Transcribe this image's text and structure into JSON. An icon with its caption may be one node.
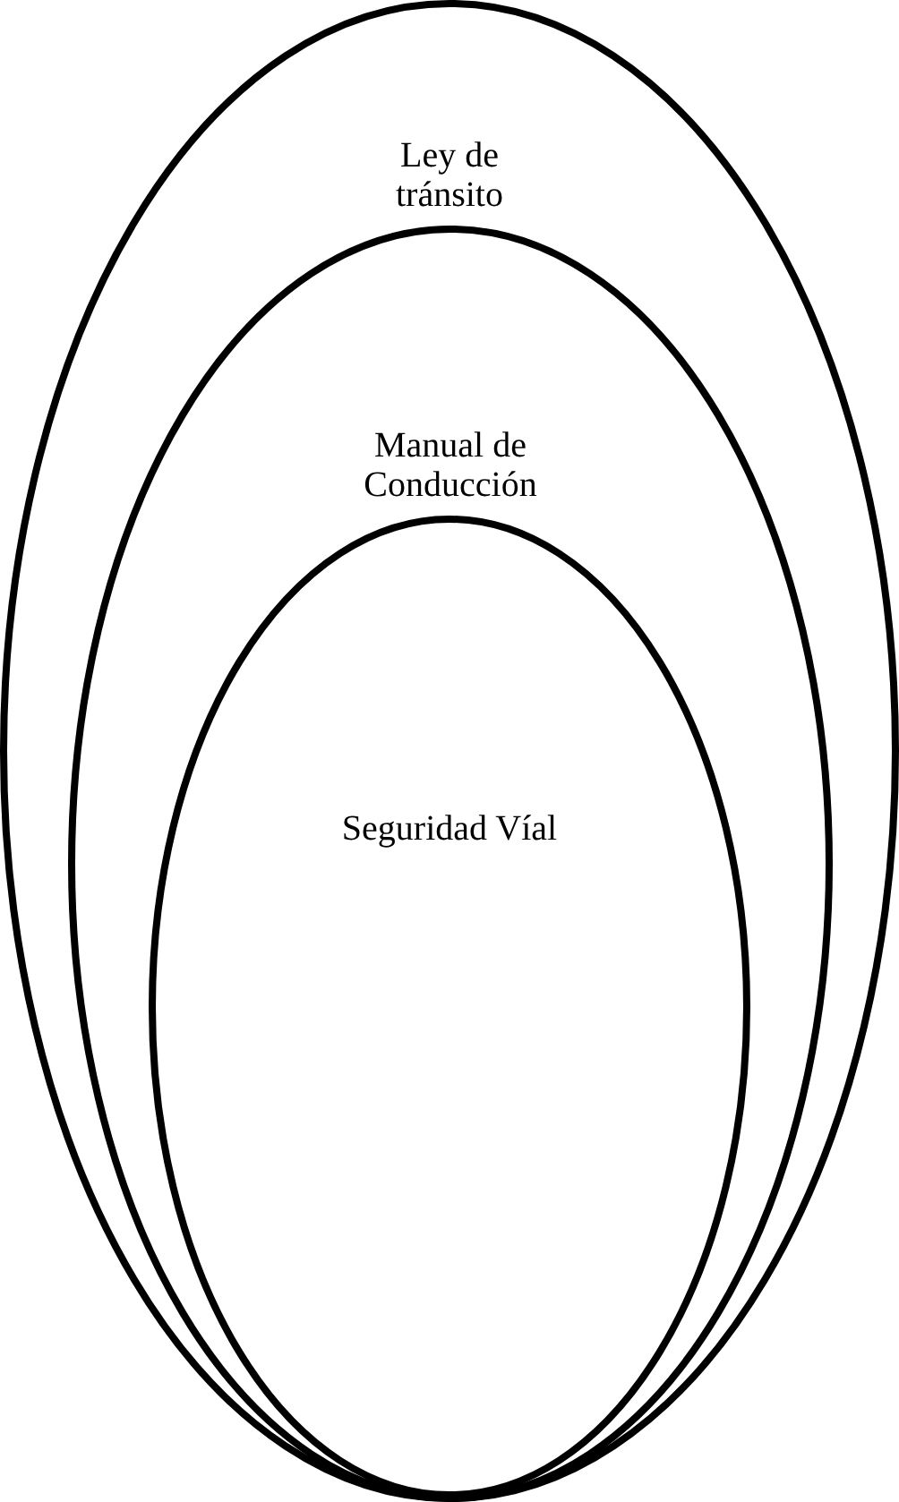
{
  "diagram": {
    "nodes": [
      {
        "text": [
          "Ley de tránsito"
        ]
      },
      {
        "text": [
          "Manual de Conducción"
        ],
        "in": 0
      },
      {
        "text": [
          "Seguridad Víal"
        ],
        "in": 1
      }
    ]
  }
}
